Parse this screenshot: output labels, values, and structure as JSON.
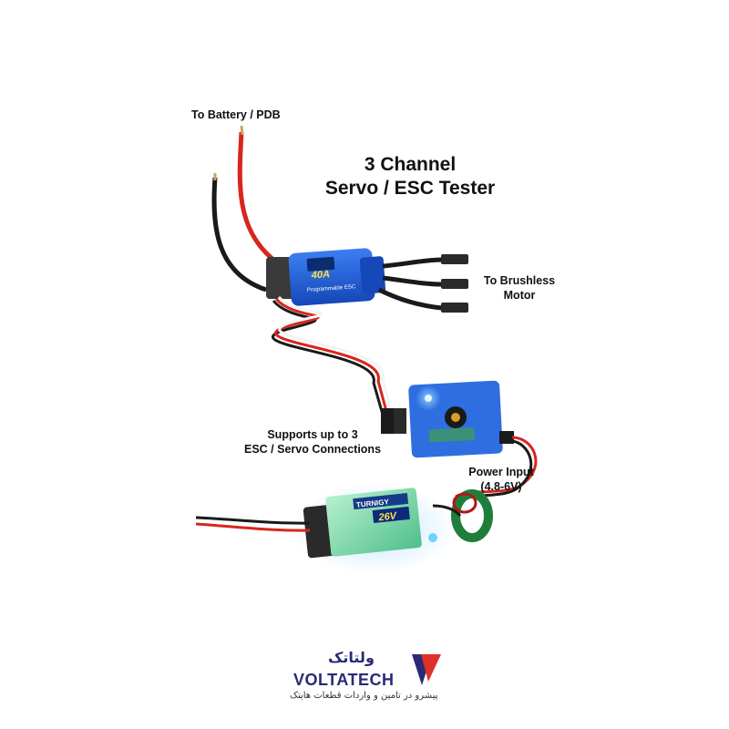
{
  "diagram": {
    "title_line1": "3 Channel",
    "title_line2": "Servo / ESC Tester",
    "labels": {
      "battery": "To Battery / PDB",
      "motor_line1": "To Brushless",
      "motor_line2": "Motor",
      "supports_line1": "Supports up to 3",
      "supports_line2": "ESC / Servo Connections",
      "power_line1": "Power Input",
      "power_line2": "(4.8-6V)"
    },
    "esc_text": {
      "rating": "40A",
      "prog": "Programmable ESC"
    },
    "bec_text": {
      "brand": "TURNIGY",
      "voltage": "26V"
    }
  },
  "brand": {
    "name_en": "VOLTATECH",
    "name_fa": "ولتاتک",
    "tagline_fa": "پیشرو در تامین و واردات قطعات هایتک"
  },
  "colors": {
    "esc_blue": "#1e5fd6",
    "wire_red": "#d7261e",
    "wire_black": "#1a1a1a",
    "brand_navy": "#2a2a78",
    "brand_red": "#e0302a"
  }
}
